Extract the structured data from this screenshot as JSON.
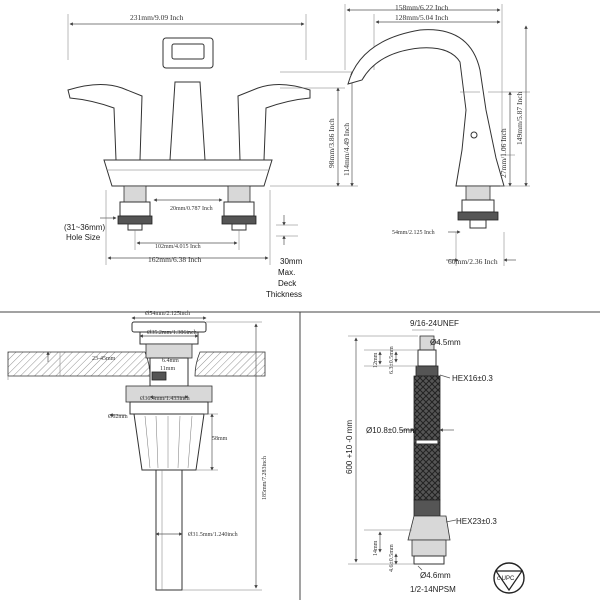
{
  "front_view": {
    "width_total": "231mm/9.09 Inch",
    "height_handle": "98mm/3.86 Inch",
    "height_total": "114mm/4.49 Inch",
    "shank_length": "20mm/0.787 Inch",
    "hole_size_range": "(31~36mm)",
    "hole_size_label": "Hole Size",
    "center_spread": "102mm/4.015 Inch",
    "base_width": "162mm/6.38 Inch",
    "deck_thickness_value": "30mm",
    "deck_thickness_label_1": "Max.",
    "deck_thickness_label_2": "Deck",
    "deck_thickness_label_3": "Thickness"
  },
  "side_view": {
    "reach_total": "158mm/6.22 Inch",
    "reach_spout": "128mm/5.04 Inch",
    "spout_height": "149mm/5.87 Inch",
    "aerator_height": "27mm/1.06 Inch",
    "base_diameter": "54mm/2.125 Inch",
    "base_depth": "60mm/2.36 Inch"
  },
  "drain": {
    "flange_dia": "Ø54mm/2.125inch",
    "top_dia": "Ø35.2mm/1.386inch",
    "overflow_1": "Ø36.4mm/1.433inch",
    "nut_dia": "Ø62mm",
    "counter_thickness": "23-45mm",
    "thread_dia": "Ø31.5mm/1.240inch",
    "length_total": "185mm/7.283inch",
    "nut_height": "58mm",
    "small_dim_1": "6.4mm",
    "small_dim_2": "11mm"
  },
  "hose": {
    "thread_top": "9/16-24UNEF",
    "bore_top": "Ø4.5mm",
    "len_top": "12mm",
    "len_top_2": "6.3±0.5mm",
    "hex_top": "HEX16±0.3",
    "outer_dia": "Ø10.8±0.5mm",
    "length": "600 +10 -0 mm",
    "hex_bottom": "HEX23±0.3",
    "len_bottom": "14mm",
    "len_bottom_2": "4.6±0.5mm",
    "bore_bottom": "Ø4.6mm",
    "thread_bottom": "1/2-14NPSM",
    "cert_mark": "c UPC"
  }
}
